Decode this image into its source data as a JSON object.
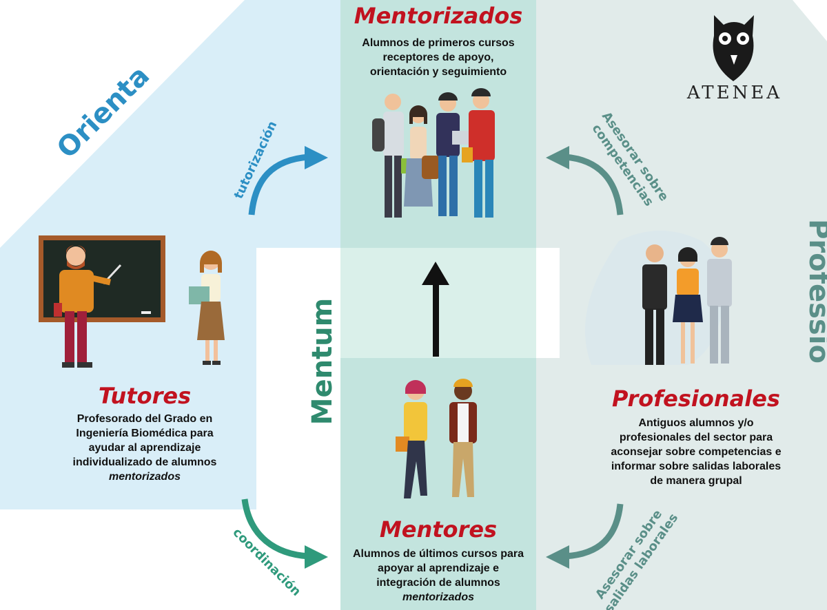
{
  "sections": {
    "orienta": "Orienta",
    "mentum": "Mentum",
    "professio": "Professio"
  },
  "mentorizados": {
    "title": "Mentorizados",
    "line1": "Alumnos de primeros cursos",
    "line2": "receptores de apoyo,",
    "line3": "orientación y seguimiento"
  },
  "tutores": {
    "title": "Tutores",
    "line1": "Profesorado del Grado en",
    "line2": "Ingeniería Biomédica para",
    "line3": "ayudar al aprendizaje",
    "line4": "individualizado de alumnos",
    "line5": "mentorizados"
  },
  "mentores": {
    "title": "Mentores",
    "line1": "Alumnos de últimos cursos para",
    "line2": "apoyar al aprendizaje e",
    "line3": "integración de alumnos",
    "line4": "mentorizados"
  },
  "profesionales": {
    "title": "Profesionales",
    "line1": "Antiguos alumnos y/o",
    "line2": "profesionales del sector para",
    "line3": "aconsejar sobre competencias e",
    "line4": "informar sobre salidas laborales",
    "line5": "de manera grupal"
  },
  "arrows": {
    "tutorizacion": "tutorización",
    "coordinacion": "coordinación",
    "competencias_1": "Asesorar sobre",
    "competencias_2": "competencias",
    "salidas_1": "Asesorar sobre",
    "salidas_2": "salidas laborales"
  },
  "logo": {
    "name": "ATENEA"
  },
  "colors": {
    "orienta": "#2c8fc4",
    "mentum": "#2f8a6e",
    "professio": "#5a8f88",
    "title_red": "#c1121f",
    "bg_blue": "#d9eef8",
    "bg_teal": "#c3e4de",
    "bg_grey": "#e1ebea"
  }
}
